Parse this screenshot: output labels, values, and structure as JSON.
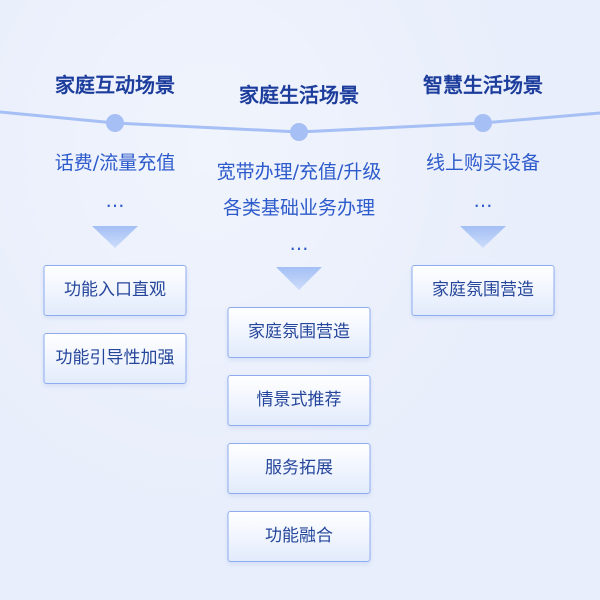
{
  "colors": {
    "background": "#e8eefb",
    "title": "#1d3d9c",
    "detail": "#2e5bcb",
    "connector": "#a6bff5",
    "node": "#a6c0f6",
    "box_border": "#8eacee",
    "box_text": "#26469b",
    "arrow_top": "#a3bff5",
    "arrow_bottom": "#cddcfa"
  },
  "icons": {
    "node": "timeline-node-icon",
    "arrow": "down-arrow-icon"
  },
  "columns": [
    {
      "title": "家庭互动场景",
      "details": [
        "话费/流量充值"
      ],
      "ellipsis": "…",
      "boxes": [
        "功能入口直观",
        "功能引导性加强"
      ]
    },
    {
      "title": "家庭生活场景",
      "details": [
        "宽带办理/充值/升级",
        "各类基础业务办理"
      ],
      "ellipsis": "…",
      "boxes": [
        "家庭氛围营造",
        "情景式推荐",
        "服务拓展",
        "功能融合"
      ]
    },
    {
      "title": "智慧生活场景",
      "details": [
        "线上购买设备"
      ],
      "ellipsis": "…",
      "boxes": [
        "家庭氛围营造"
      ]
    }
  ]
}
